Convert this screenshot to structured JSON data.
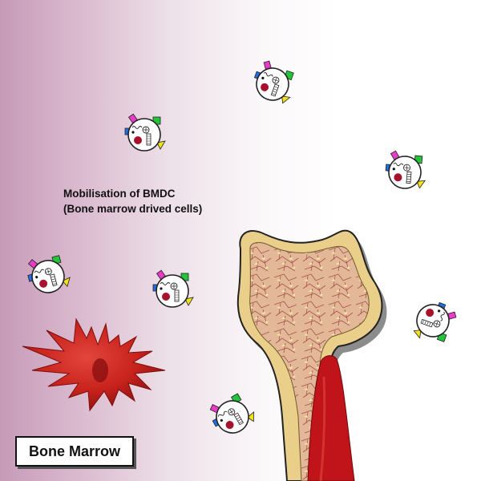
{
  "caption": {
    "line1": "Mobilisation of BMDC",
    "line2": "(Bone marrow drived cells)"
  },
  "label": "Bone Marrow",
  "colors": {
    "background_gradient_start": "#c79ab8",
    "bone_outer": "#e9cf8a",
    "bone_inner": "#e3b899",
    "marrow_red": "#c0141a",
    "cell_red": "#c8221c",
    "receptor_magenta": "#e83bc8",
    "receptor_green": "#22c43a",
    "receptor_blue": "#1f6fe0",
    "receptor_yellow": "#f2e21a"
  }
}
